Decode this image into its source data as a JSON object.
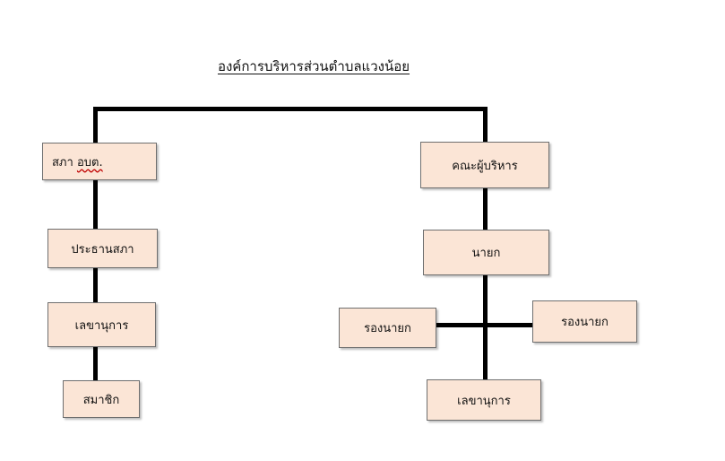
{
  "diagram": {
    "title": "องค์การบริหารส่วนตำบลแวงน้อย",
    "left_branch": {
      "council_prefix": "สภา",
      "council_abbr": "อบต.",
      "chairman": "ประธานสภา",
      "secretary": "เลขานุการ",
      "members": "สมาชิก"
    },
    "right_branch": {
      "executives": "คณะผู้บริหาร",
      "mayor": "นายก",
      "deputy_left": "รองนายก",
      "deputy_right": "รองนายก",
      "secretary": "เลขานุการ"
    }
  },
  "colors": {
    "box_fill": "#fbe5d6",
    "box_border": "#6f6f6f",
    "connector": "#000000"
  }
}
